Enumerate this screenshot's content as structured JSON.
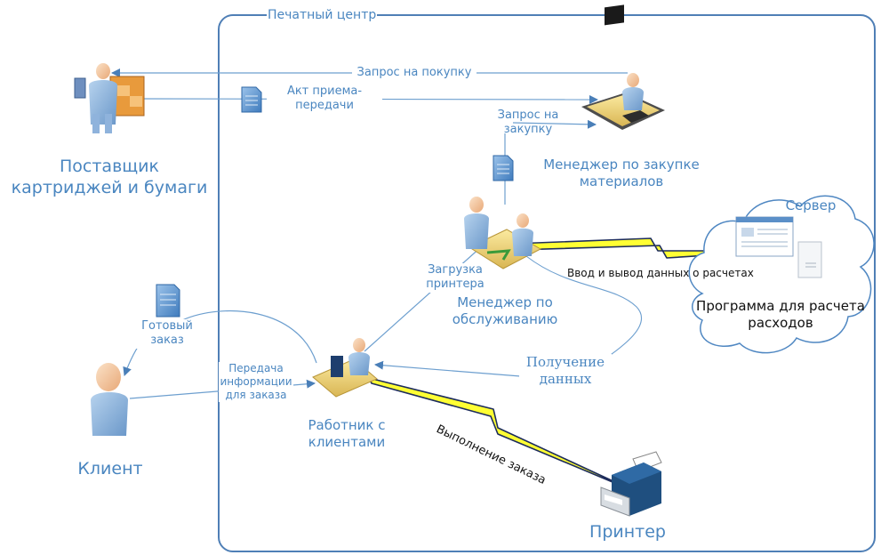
{
  "boundary": {
    "title": "Печатный центр"
  },
  "actors": {
    "supplier": "Поставщик картриджей и бумаги",
    "procurement_manager": "Менеджер по закупке материалов",
    "service_manager": "Менеджер по обслуживанию",
    "client_worker": "Работник с клиентами",
    "client": "Клиент",
    "printer": "Принтер"
  },
  "server": {
    "title": "Сервер",
    "program": "Программа для расчета расходов"
  },
  "flows": {
    "purchase_request_top": "Запрос на покупку",
    "acceptance_act": "Акт приема-передачи",
    "purchase_request_mid": "Запрос на закупку",
    "printer_load": "Загрузка принтера",
    "data_io": "Ввод и вывод данных о расчетах",
    "data_receive": "Получение данных",
    "ready_order": "Готовый заказ",
    "order_info": "Передача информации для заказа",
    "order_execution": "Выполнение заказа"
  },
  "colors": {
    "accent": "#4a86c0",
    "line": "#6d9fcf",
    "lightning": "#ffff33",
    "cloud": "#4f87c2"
  }
}
